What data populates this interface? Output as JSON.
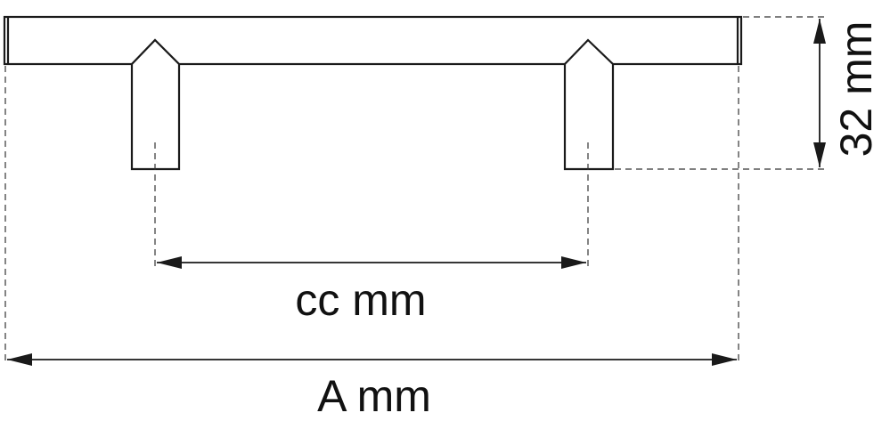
{
  "diagram": {
    "labels": {
      "center_to_center": "cc mm",
      "overall_length": "A mm",
      "projection": "32 mm"
    }
  }
}
